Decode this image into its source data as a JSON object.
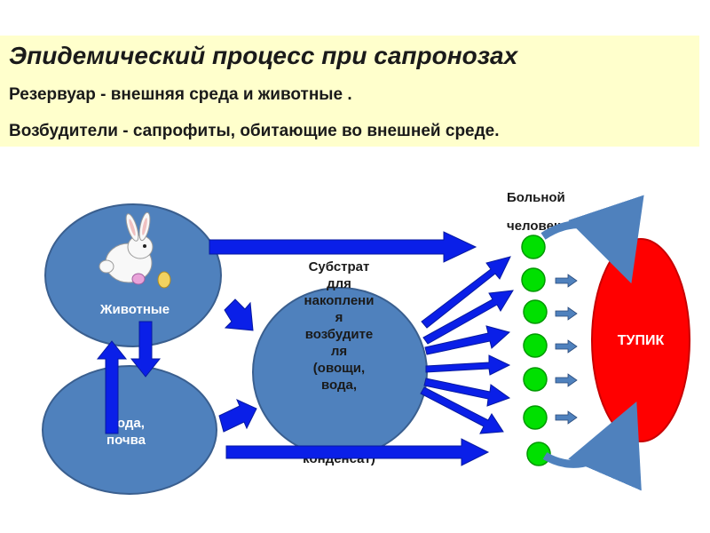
{
  "header": {
    "title": "Эпидемический процесс при сапронозах",
    "line1": "Резервуар - внешняя среда и животные .",
    "line2": "Возбудители - сапрофиты, обитающие во внешней среде."
  },
  "diagram": {
    "animals_label": "Животные",
    "water_label_lines": [
      "Вода,",
      "почва"
    ],
    "substrate_label_lines": [
      "Субстрат",
      "для",
      "накоплени",
      "я",
      "возбудите",
      "ля",
      "(овощи,",
      "вода,",
      "конденсат)"
    ],
    "patient_label_lines": [
      "Больной",
      "человек"
    ],
    "deadend_label": "ТУПИК"
  },
  "colors": {
    "header_bg": "#ffffcc",
    "node_fill": "#4f81bd",
    "arrow_blue": "#0a1fe8",
    "deadend_red": "#ff0000",
    "patient_green": "#00e000"
  }
}
